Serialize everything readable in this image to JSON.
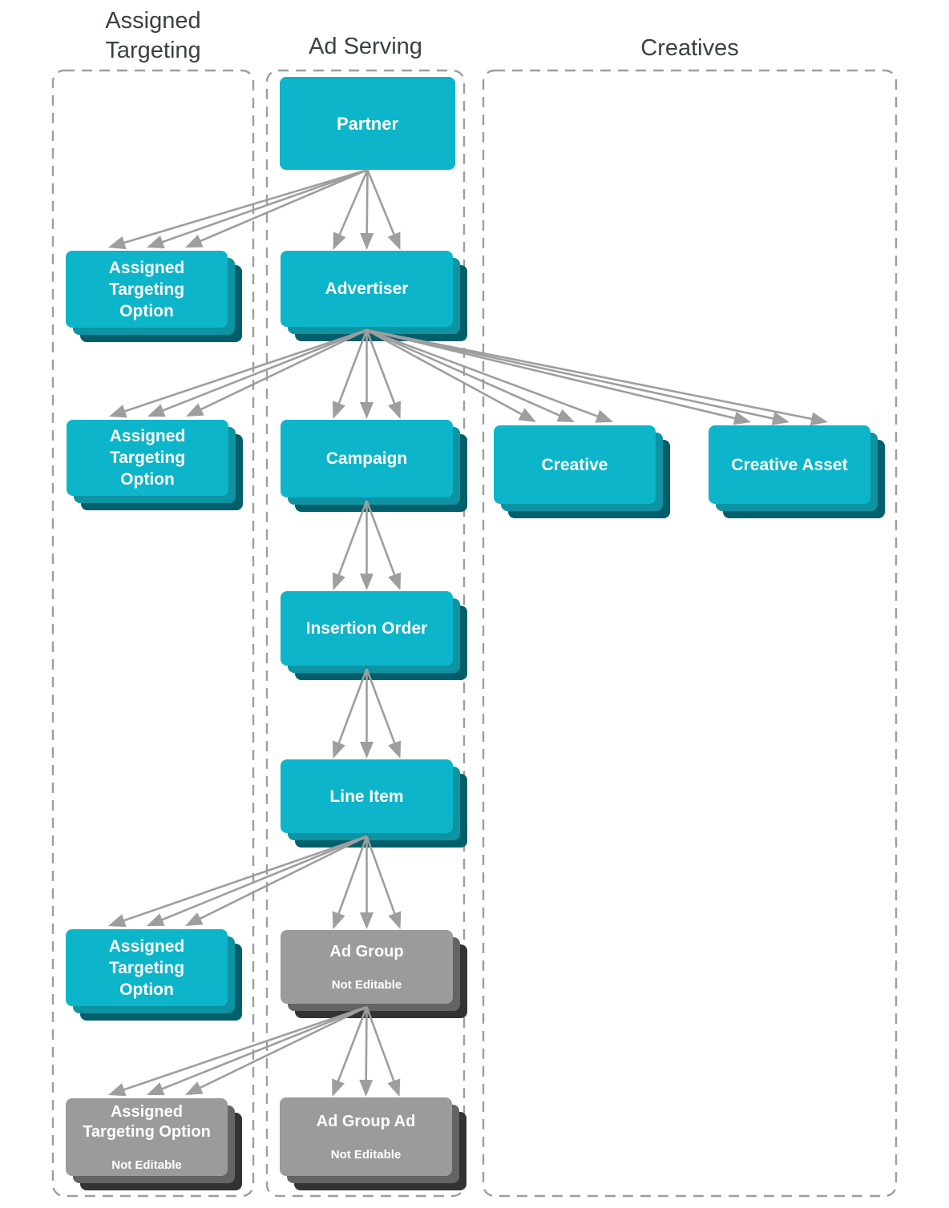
{
  "page": {
    "background": "#ffffff"
  },
  "columns": [
    {
      "id": "assigned-targeting",
      "label": "Assigned\nTargeting"
    },
    {
      "id": "ad-serving",
      "label": "Ad Serving"
    },
    {
      "id": "creatives",
      "label": "Creatives"
    }
  ],
  "legend": {
    "editable_color": "#0cb5c9",
    "editable_stack_colors": [
      "#0d93a2",
      "#005f6a"
    ],
    "not_editable_color": "#9b9b9b",
    "not_editable_stack_colors": [
      "#646464",
      "#333333"
    ],
    "arrow_color": "#9e9e9e",
    "boundary_color": "#9e9e9e",
    "header_text_color": "#3c4043",
    "not_editable_label": "Not Editable"
  },
  "nodes": [
    {
      "id": "partner",
      "column": "ad-serving",
      "label": "Partner",
      "editable": true,
      "multiple": false
    },
    {
      "id": "ato-partner",
      "column": "assigned-targeting",
      "label": "Assigned\nTargeting\nOption",
      "editable": true,
      "multiple": true
    },
    {
      "id": "advertiser",
      "column": "ad-serving",
      "label": "Advertiser",
      "editable": true,
      "multiple": true
    },
    {
      "id": "ato-advertiser",
      "column": "assigned-targeting",
      "label": "Assigned\nTargeting\nOption",
      "editable": true,
      "multiple": true
    },
    {
      "id": "campaign",
      "column": "ad-serving",
      "label": "Campaign",
      "editable": true,
      "multiple": true
    },
    {
      "id": "creative",
      "column": "creatives",
      "label": "Creative",
      "editable": true,
      "multiple": true
    },
    {
      "id": "creative-asset",
      "column": "creatives",
      "label": "Creative Asset",
      "editable": true,
      "multiple": true
    },
    {
      "id": "insertion-order",
      "column": "ad-serving",
      "label": "Insertion Order",
      "editable": true,
      "multiple": true
    },
    {
      "id": "line-item",
      "column": "ad-serving",
      "label": "Line Item",
      "editable": true,
      "multiple": true
    },
    {
      "id": "ato-line-item",
      "column": "assigned-targeting",
      "label": "Assigned\nTargeting\nOption",
      "editable": true,
      "multiple": true
    },
    {
      "id": "ad-group",
      "column": "ad-serving",
      "label": "Ad Group",
      "badge": "Not Editable",
      "editable": false,
      "multiple": true
    },
    {
      "id": "ato-ad-group",
      "column": "assigned-targeting",
      "label": "Assigned\nTargeting Option",
      "badge": "Not Editable",
      "editable": false,
      "multiple": true
    },
    {
      "id": "ad-group-ad",
      "column": "ad-serving",
      "label": "Ad Group Ad",
      "badge": "Not Editable",
      "editable": false,
      "multiple": true
    }
  ],
  "connections": [
    {
      "from": "partner",
      "to": "ato-partner"
    },
    {
      "from": "partner",
      "to": "advertiser"
    },
    {
      "from": "advertiser",
      "to": "ato-advertiser"
    },
    {
      "from": "advertiser",
      "to": "campaign"
    },
    {
      "from": "advertiser",
      "to": "creative"
    },
    {
      "from": "advertiser",
      "to": "creative-asset"
    },
    {
      "from": "campaign",
      "to": "insertion-order"
    },
    {
      "from": "insertion-order",
      "to": "line-item"
    },
    {
      "from": "line-item",
      "to": "ato-line-item"
    },
    {
      "from": "line-item",
      "to": "ad-group"
    },
    {
      "from": "ad-group",
      "to": "ato-ad-group"
    },
    {
      "from": "ad-group",
      "to": "ad-group-ad"
    }
  ]
}
